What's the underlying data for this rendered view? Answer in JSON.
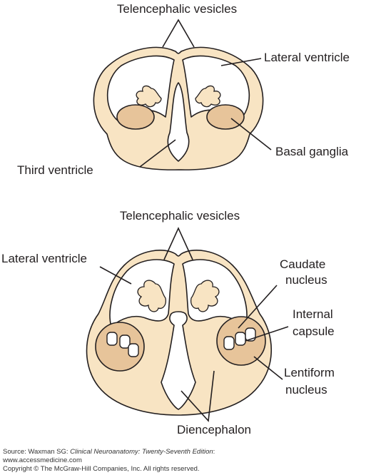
{
  "colors": {
    "tissue": "#f8e4c3",
    "ganglia": "#e7c49a",
    "outline": "#231f20",
    "cavity": "#ffffff"
  },
  "top_diagram": {
    "labels": {
      "telencephalic_vesicles": "Telencephalic vesicles",
      "lateral_ventricle": "Lateral ventricle",
      "basal_ganglia": "Basal ganglia",
      "third_ventricle": "Third ventricle"
    }
  },
  "bottom_diagram": {
    "labels": {
      "telencephalic_vesicles": "Telencephalic vesicles",
      "lateral_ventricle": "Lateral ventricle",
      "caudate_line1": "Caudate",
      "caudate_line2": "nucleus",
      "internal_line1": "Internal",
      "internal_line2": "capsule",
      "lentiform_line1": "Lentiform",
      "lentiform_line2": "nucleus",
      "diencephalon": "Diencephalon"
    }
  },
  "footer": {
    "source_prefix": "Source: Waxman SG: ",
    "source_title": "Clinical Neuroanatomy: Twenty-Seventh Edition",
    "source_suffix": ":",
    "url": "www.accessmedicine.com",
    "copyright": "Copyright © The McGraw-Hill Companies, Inc. All rights reserved."
  }
}
